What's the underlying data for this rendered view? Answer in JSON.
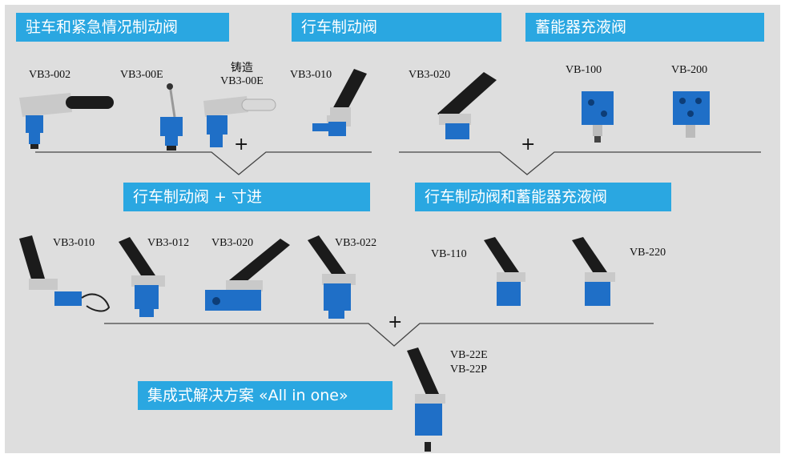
{
  "banners": {
    "parking": "驻车和紧急情况制动阀",
    "service": "行车制动阀",
    "accumulator": "蓄能器充液阀",
    "inching": "行车制动阀 + 寸进",
    "service_accumulator": "行车制动阀和蓄能器充液阀",
    "all_in_one": "集成式解决方案 «All in one»"
  },
  "labels": {
    "vb3_002": "VB3-002",
    "vb3_00e": "VB3-00E",
    "cast_prefix": "铸造",
    "vb3_00e_cast": "VB3-00E",
    "vb3_010_top": "VB3-010",
    "vb3_020_top": "VB3-020",
    "vb_100": "VB-100",
    "vb_200": "VB-200",
    "vb3_010": "VB3-010",
    "vb3_012": "VB3-012",
    "vb3_020": "VB3-020",
    "vb3_022": "VB3-022",
    "vb_110": "VB-110",
    "vb_220": "VB-220",
    "vb_22e": "VB-22E",
    "vb_22p": "VB-22P"
  },
  "plus_signs": [
    "+",
    "+",
    "+"
  ],
  "colors": {
    "background": "#dedede",
    "banner": "#2aa7e1",
    "valve_blue": "#1f6fc7",
    "pedal_black": "#1b1b1b",
    "metal": "#c9c9c9"
  }
}
